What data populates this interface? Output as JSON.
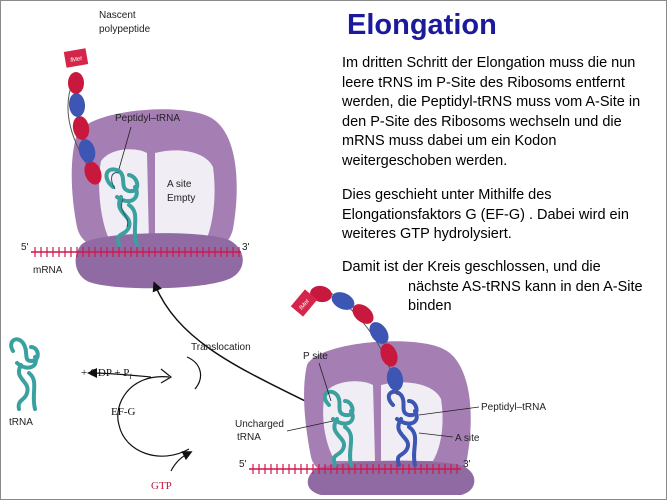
{
  "slide": {
    "title": "Elongation",
    "paragraphs": [
      "Im  dritten Schritt der Elongation muss die nun leere tRNS im P-Site des Ribosoms entfernt werden, die Peptidyl-tRNS muss vom A-Site in den P-Site des Ribosoms wechseln und die mRNS muss dabei um ein Kodon weitergeschoben werden.",
      "Dies geschieht unter Mithilfe des Elongationsfaktors G (EF-G) . Dabei wird ein weiteres GTP hydrolysiert."
    ],
    "closing": {
      "line1": "Damit ist der Kreis geschlossen, und die",
      "rest": "nächste AS-tRNS kann in den A-Site binden"
    }
  },
  "diagram": {
    "top_ribosome": {
      "nascent_label_1": "Nascent",
      "nascent_label_2": "polypeptide",
      "peptidyl_label": "Peptidyl–tRNA",
      "a_site_label_1": "A site",
      "a_site_label_2": "Empty",
      "mrna_label": "mRNA",
      "five_prime": "5'",
      "three_prime": "3'",
      "tmet": "fMet"
    },
    "cycle": {
      "translocation_label": "Translocation",
      "gdp_label": "+ GDP + P",
      "pi_subscript": "i",
      "ef_g_label": "EF-G",
      "gtp_label": "GTP",
      "trna_label": "tRNA"
    },
    "bottom_ribosome": {
      "p_site_label": "P site",
      "uncharged_label_1": "Uncharged",
      "uncharged_label_2": "tRNA",
      "peptidyl_label": "Peptidyl–tRNA",
      "a_site_label": "A site",
      "five_prime": "5'",
      "three_prime": "3'",
      "tmet": "fMet"
    },
    "colors": {
      "ribosome": "#a57fb4",
      "ribosome_dark": "#7e5a90",
      "site_fill": "#f1edf4",
      "mrna": "#d0174a",
      "trna_teal": "#3aa1a0",
      "trna_blue": "#3b56b3",
      "bead_blue": "#3d55b3",
      "bead_red": "#c8183d",
      "fmet_box": "#d6254a",
      "title_blue": "#1a1a9a",
      "gtp_red": "#c4143c"
    }
  }
}
